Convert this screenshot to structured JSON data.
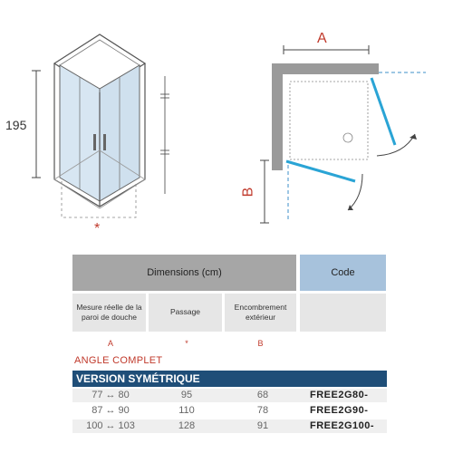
{
  "left_drawing": {
    "height_label": "195",
    "marker": "*"
  },
  "right_drawing": {
    "label_a": "A",
    "label_b": "B"
  },
  "table": {
    "header_dimensions": "Dimensions (cm)",
    "header_code": "Code",
    "col_a": "Mesure réelle de la paroi de douche",
    "col_passage": "Passage",
    "col_encombrement": "Encombrement extérieur",
    "letter_a": "A",
    "letter_passage": "*",
    "letter_b": "B",
    "angle_title": "ANGLE COMPLET",
    "version_title": "VERSION SYMÉTRIQUE",
    "rows": [
      {
        "mesure": "77 ↔ 80",
        "passage": "95",
        "encombrement": "68",
        "code": "FREE2G80-"
      },
      {
        "mesure": "87 ↔ 90",
        "passage": "110",
        "encombrement": "78",
        "code": "FREE2G90-"
      },
      {
        "mesure": "100 ↔ 103",
        "passage": "128",
        "encombrement": "91",
        "code": "FREE2G100-"
      }
    ]
  }
}
